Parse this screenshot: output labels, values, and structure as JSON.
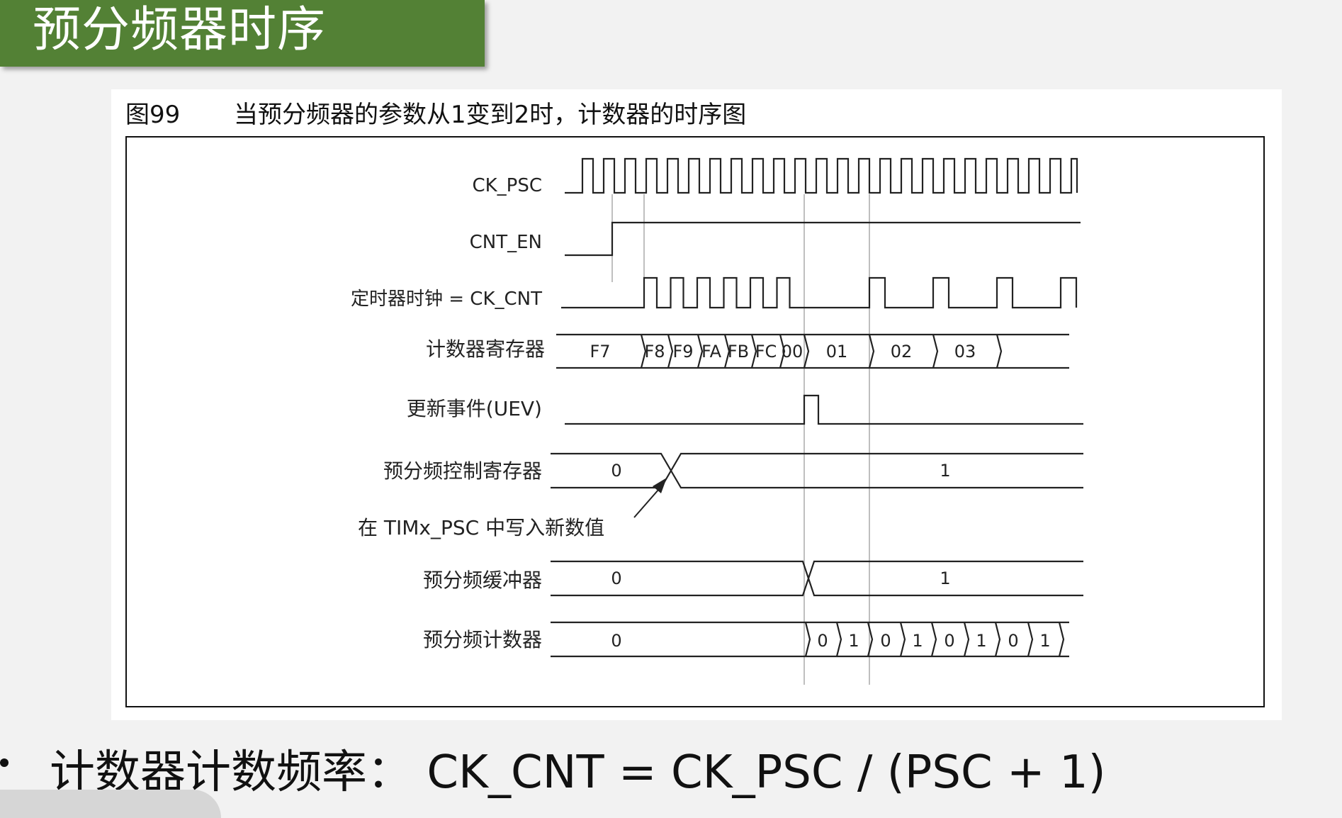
{
  "slide": {
    "title": "预分频器时序",
    "banner_color": "#538135",
    "bullet_text": "计数器计数频率：  CK_CNT = CK_PSC / (PSC + 1)"
  },
  "figure": {
    "number": "图99",
    "caption": "当预分频器的参数从1变到2时，计数器的时序图",
    "signal_labels": {
      "ck_psc": "CK_PSC",
      "cnt_en": "CNT_EN",
      "ck_cnt": "定时器时钟 = CK_CNT",
      "counter_register": "计数器寄存器",
      "uev": "更新事件(UEV)",
      "psc_control": "预分频控制寄存器",
      "psc_buffer": "预分频缓冲器",
      "psc_counter": "预分频计数器"
    },
    "annotation": "在 TIMx_PSC 中写入新数值",
    "counter_values": [
      "F7",
      "F8",
      "F9",
      "FA",
      "FB",
      "FC",
      "00",
      "01",
      "02",
      "03"
    ],
    "psc_control_values": [
      "0",
      "1"
    ],
    "psc_buffer_values": [
      "0",
      "1"
    ],
    "psc_counter_values": [
      "0",
      "0",
      "1",
      "0",
      "1",
      "0",
      "1",
      "0",
      "1"
    ]
  }
}
